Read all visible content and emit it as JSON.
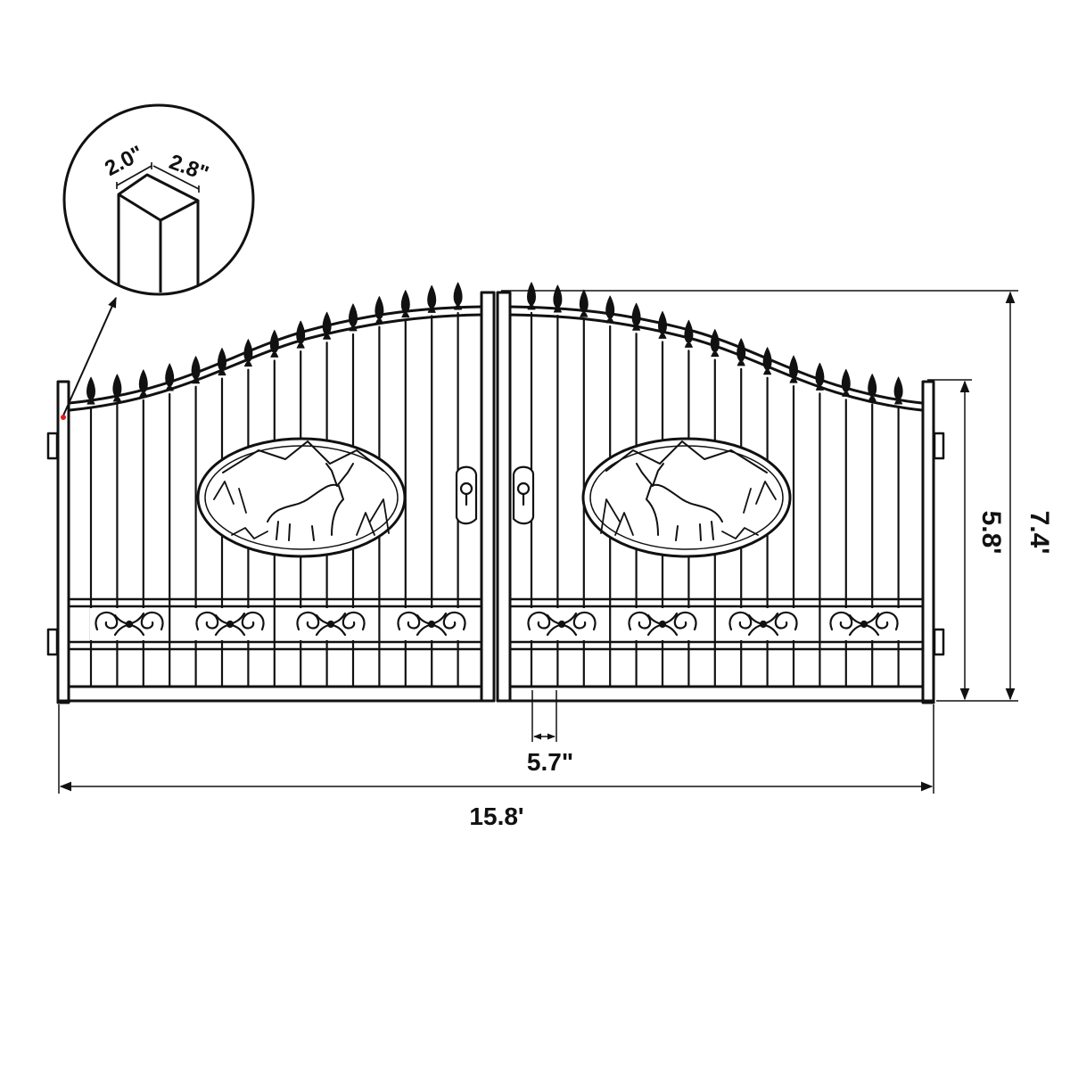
{
  "colors": {
    "ink": "#111111",
    "background": "#ffffff",
    "marker": "#e01b1b"
  },
  "post_detail": {
    "depth_label": "2.0\"",
    "width_label": "2.8\""
  },
  "dimensions": {
    "overall_width": "15.8'",
    "overall_height": "7.4'",
    "post_height": "5.8'",
    "picket_spacing": "5.7\""
  },
  "gate": {
    "leaves": 2,
    "spears_per_leaf": 15,
    "scroll_panels_per_leaf": 4,
    "emblem": "deer-scene-oval"
  }
}
